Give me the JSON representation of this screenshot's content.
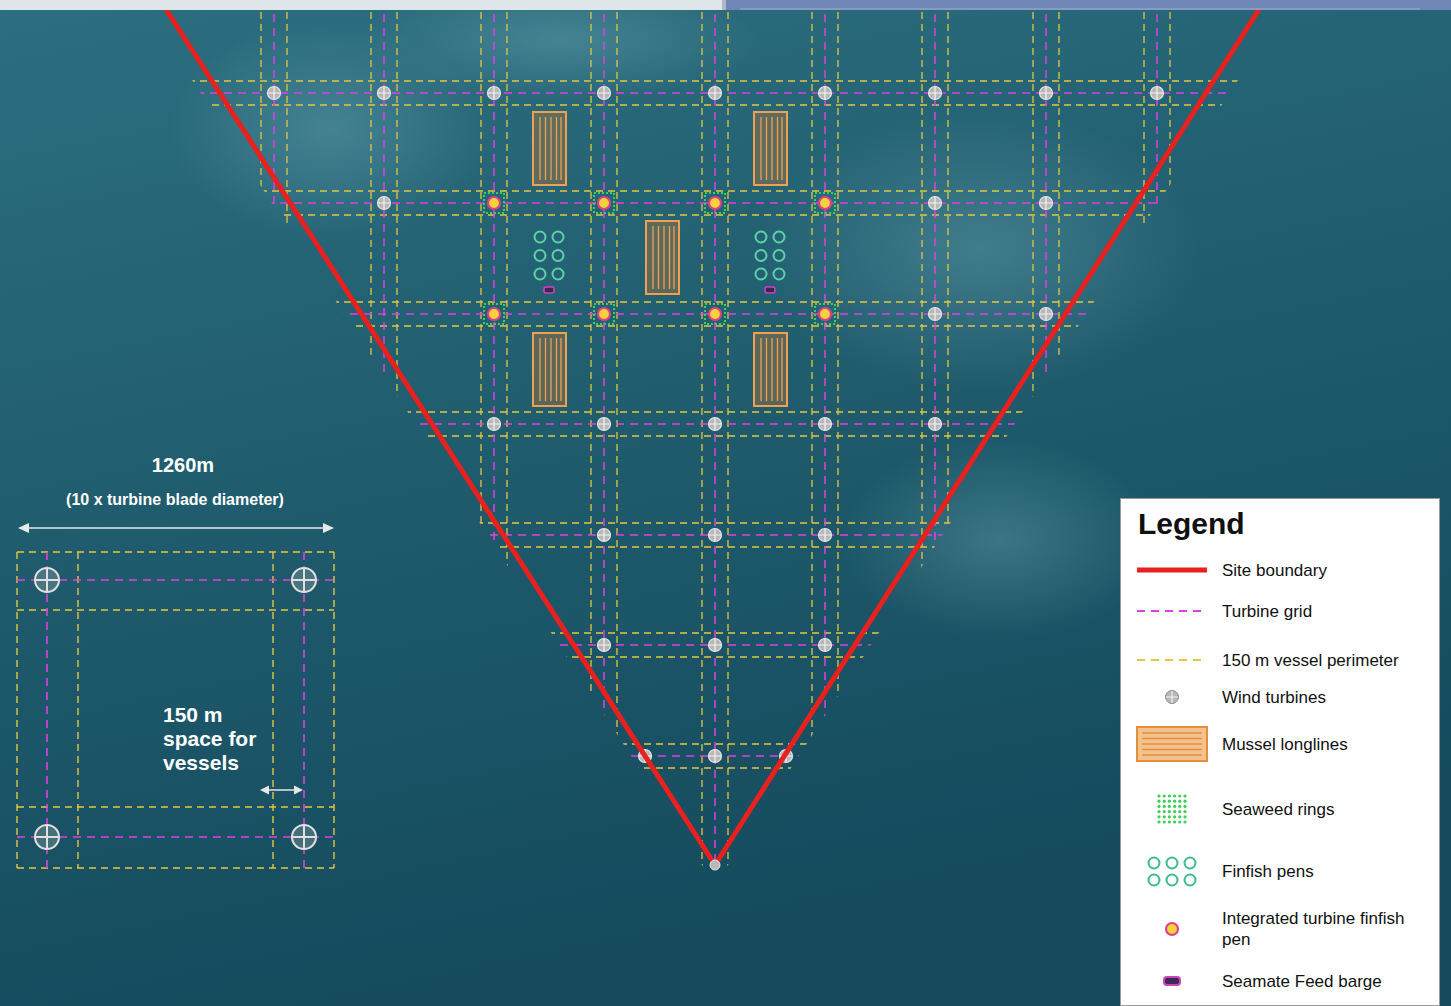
{
  "diagram": {
    "labels": [
      "1260m",
      "(10 x turbine blade diameter)",
      "150 m space for vessels",
      "Legend"
    ],
    "legend": [
      {
        "text": "Site boundary"
      },
      {
        "text": "Turbine grid"
      },
      {
        "text": "150 m vessel perimeter"
      },
      {
        "text": "Wind turbines"
      },
      {
        "text": "Mussel longlines"
      },
      {
        "text": "Seaweed rings"
      },
      {
        "text": "Finfish pens"
      },
      {
        "text": "Integrated turbine finfish pen"
      },
      {
        "text": "Seamate Feed barge"
      }
    ]
  }
}
